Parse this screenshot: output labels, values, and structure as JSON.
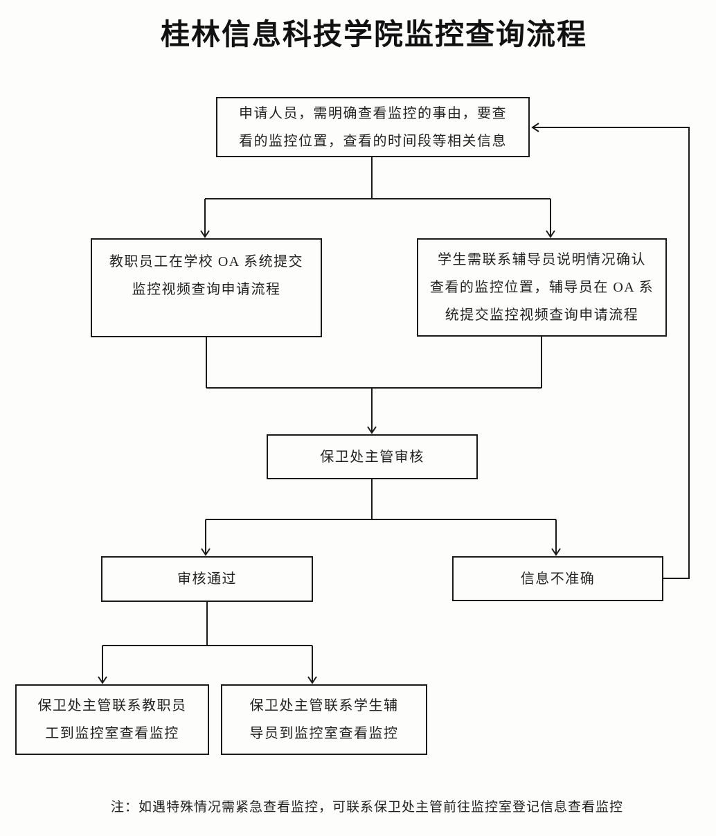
{
  "page": {
    "title": "桂林信息科技学院监控查询流程",
    "note": "注：如遇特殊情况需紧急查看监控，可联系保卫处主管前往监控室登记信息查看监控"
  },
  "flowchart": {
    "type": "flowchart",
    "nodes": {
      "applicant": {
        "label": "申请人员，需明确查看监控的事由，要查\n看的监控位置，查看的时间段等相关信息"
      },
      "staff_oa": {
        "label": "教职员工在学校 OA 系统提交\n监控视频查询申请流程"
      },
      "student_counselor": {
        "label": "学生需联系辅导员说明情况确认\n查看的监控位置，辅导员在 OA 系\n统提交监控视频查询申请流程"
      },
      "security_review": {
        "label": "保卫处主管审核"
      },
      "approved": {
        "label": "审核通过"
      },
      "info_inaccurate": {
        "label": "信息不准确"
      },
      "contact_staff": {
        "label": "保卫处主管联系教职员\n工到监控室查看监控"
      },
      "contact_counselor": {
        "label": "保卫处主管联系学生辅\n导员到监控室查看监控"
      }
    },
    "edges": [
      {
        "from": "applicant",
        "to": "staff_oa",
        "arrow": true
      },
      {
        "from": "applicant",
        "to": "student_counselor",
        "arrow": true
      },
      {
        "from": "staff_oa",
        "to": "security_review",
        "arrow": true
      },
      {
        "from": "student_counselor",
        "to": "security_review",
        "arrow": true
      },
      {
        "from": "security_review",
        "to": "approved",
        "arrow": true
      },
      {
        "from": "security_review",
        "to": "info_inaccurate",
        "arrow": true
      },
      {
        "from": "approved",
        "to": "contact_staff",
        "arrow": true
      },
      {
        "from": "approved",
        "to": "contact_counselor",
        "arrow": true
      },
      {
        "from": "info_inaccurate",
        "to": "applicant",
        "arrow": true
      }
    ],
    "colors": {
      "line": "#1a1a1a",
      "box_border": "#1a1a1a",
      "text": "#222222",
      "background": "#fdfdfc"
    }
  }
}
